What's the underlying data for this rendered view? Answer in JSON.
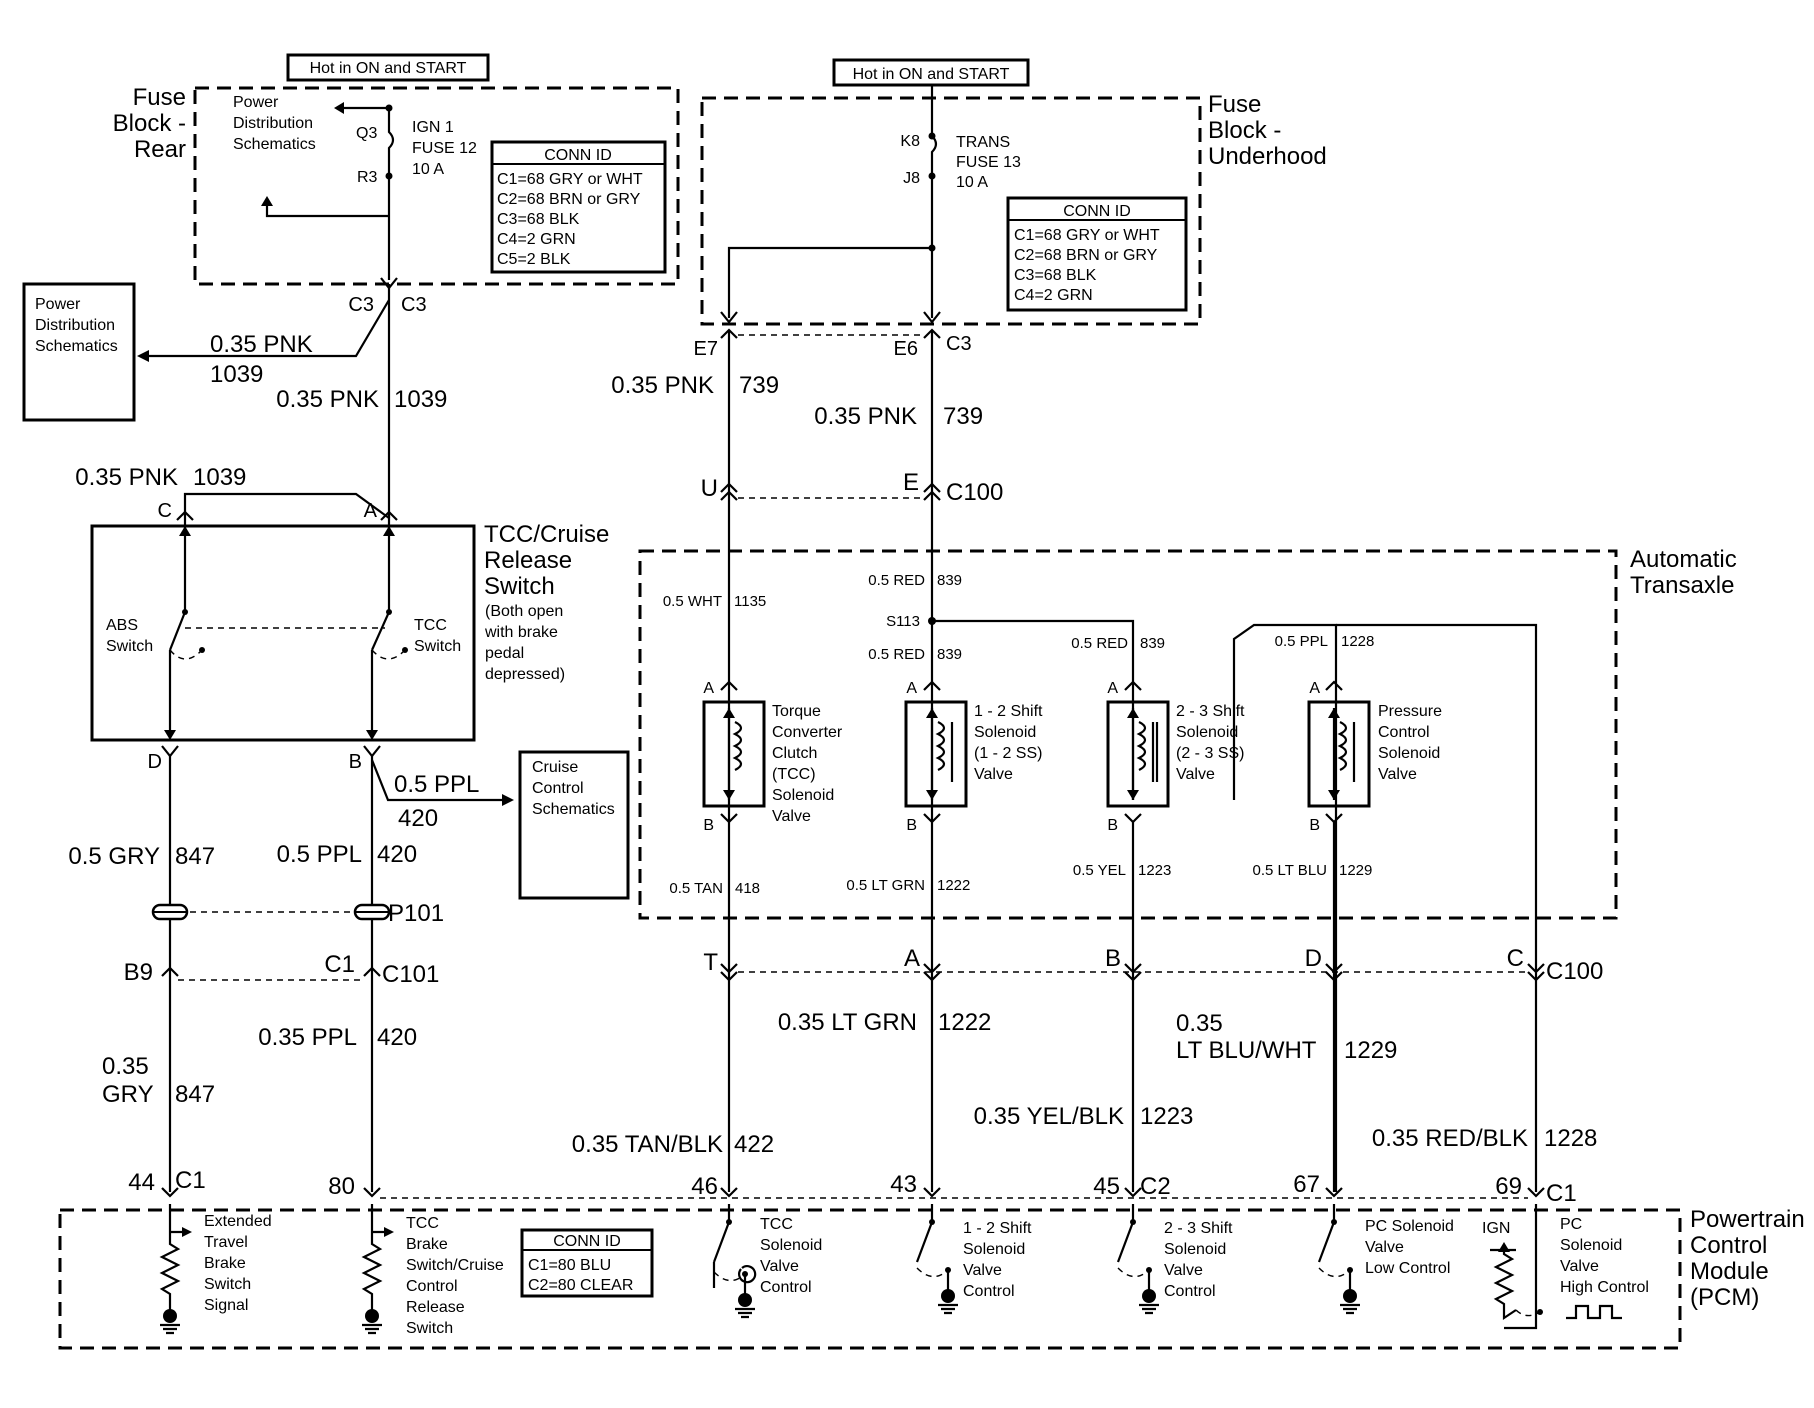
{
  "hot_labels": [
    "Hot in ON and START",
    "Hot in ON and START"
  ],
  "fuse_block_rear": {
    "title_lines": [
      "Fuse",
      "Block -",
      "Rear"
    ],
    "power_dist_lines": [
      "Power",
      "Distribution",
      "Schematics"
    ],
    "q3": "Q3",
    "r3": "R3",
    "fuse_lines": [
      "IGN 1",
      "FUSE 12",
      "10 A"
    ],
    "conn_title": "CONN ID",
    "conn_lines": [
      "C1=68 GRY or WHT",
      "C2=68 BRN or GRY",
      "C3=68 BLK",
      "C4=2 GRN",
      "C5=2 BLK"
    ],
    "c3_left": "C3",
    "c3_right": "C3"
  },
  "fuse_block_underhood": {
    "title_lines": [
      "Fuse",
      "Block -",
      "Underhood"
    ],
    "k8": "K8",
    "j8": "J8",
    "fuse_lines": [
      "TRANS",
      "FUSE 13",
      "10 A"
    ],
    "conn_title": "CONN ID",
    "conn_lines": [
      "C1=68 GRY or WHT",
      "C2=68 BRN or GRY",
      "C3=68 BLK",
      "C4=2 GRN"
    ],
    "e7": "E7",
    "e6": "E6",
    "c3": "C3"
  },
  "power_dist_box_lines": [
    "Power",
    "Distribution",
    "Schematics"
  ],
  "cruise_box_lines": [
    "Cruise",
    "Control",
    "Schematics"
  ],
  "wires": {
    "pnk1039_a": "0.35 PNK",
    "n1039_a": "1039",
    "pnk1039_b": "0.35 PNK",
    "n1039_b": "1039",
    "pnk1039_c": "0.35 PNK",
    "n1039_c": "1039",
    "pnk739_a": "0.35 PNK",
    "n739_a": "739",
    "pnk739_b": "0.35 PNK",
    "n739_b": "739",
    "ppl420_a": "0.5 PPL",
    "n420_a": "420",
    "gry847_a": "0.5 GRY",
    "n847_a": "847",
    "ppl420_b": "0.5 PPL",
    "n420_b": "420",
    "ppl420_c": "0.35 PPL",
    "n420_c": "420",
    "gry847_b1": "0.35",
    "gry847_b2": "GRY",
    "n847_b": "847",
    "wht1135": "0.5 WHT",
    "n1135": "1135",
    "red839_a": "0.5 RED",
    "n839_a": "839",
    "red839_b": "0.5 RED",
    "n839_b": "839",
    "red839_c": "0.5 RED",
    "n839_c": "839",
    "ppl1228": "0.5 PPL",
    "n1228_a": "1228",
    "tan418": "0.5 TAN",
    "n418": "418",
    "ltgrn1222_a": "0.5 LT GRN",
    "n1222_a": "1222",
    "yel1223_a": "0.5 YEL",
    "n1223_a": "1223",
    "ltblu1229_a": "0.5 LT BLU",
    "n1229_a": "1229",
    "ltgrn1222_b": "0.35 LT GRN",
    "n1222_b": "1222",
    "ltbluwht_1": "0.35",
    "ltbluwht_2": "LT BLU/WHT",
    "n1229_b": "1229",
    "yelblk1223": "0.35 YEL/BLK",
    "n1223_b": "1223",
    "tanblk422": "0.35 TAN/BLK",
    "n422": "422",
    "redblk1228": "0.35 RED/BLK",
    "n1228_b": "1228"
  },
  "tcc_switch": {
    "title_lines": [
      "TCC/Cruise",
      "Release",
      "Switch"
    ],
    "note_lines": [
      "(Both open",
      "with brake",
      "pedal",
      "depressed)"
    ],
    "abs_lines": [
      "ABS",
      "Switch"
    ],
    "tcc_lines": [
      "TCC",
      "Switch"
    ],
    "pin_c": "C",
    "pin_a": "A",
    "pin_d": "D",
    "pin_b": "B"
  },
  "connectors": {
    "u": "U",
    "e": "E",
    "c100_top": "C100",
    "p101": "P101",
    "b9": "B9",
    "c1_mid": "C1",
    "c101": "C101",
    "t": "T",
    "a": "A",
    "b": "B",
    "d": "D",
    "c": "C",
    "c100_bot": "C100",
    "s113": "S113"
  },
  "transaxle": {
    "title_lines": [
      "Automatic",
      "Transaxle"
    ],
    "tcc_sol_lines": [
      "Torque",
      "Converter",
      "Clutch",
      "(TCC)",
      "Solenoid",
      "Valve"
    ],
    "ss12_lines": [
      "1 - 2 Shift",
      "Solenoid",
      "(1 - 2 SS)",
      "Valve"
    ],
    "ss23_lines": [
      "2 - 3 Shift",
      "Solenoid",
      "(2 - 3 SS)",
      "Valve"
    ],
    "pc_lines": [
      "Pressure",
      "Control",
      "Solenoid",
      "Valve"
    ],
    "pin_a": "A",
    "pin_b": "B"
  },
  "pcm": {
    "title_lines": [
      "Powertrain",
      "Control",
      "Module",
      "(PCM)"
    ],
    "pins": [
      "44",
      "80",
      "46",
      "43",
      "45",
      "67",
      "69"
    ],
    "c1_left": "C1",
    "c2": "C2",
    "c1_right": "C1",
    "ext_lines": [
      "Extended",
      "Travel",
      "Brake",
      "Switch",
      "Signal"
    ],
    "tccbrake_lines": [
      "TCC",
      "Brake",
      "Switch/Cruise",
      "Control",
      "Release",
      "Switch"
    ],
    "conn_title": "CONN ID",
    "conn_lines": [
      "C1=80 BLU",
      "C2=80 CLEAR"
    ],
    "tcc_ctrl_lines": [
      "TCC",
      "Solenoid",
      "Valve",
      "Control"
    ],
    "ss12_ctrl_lines": [
      "1 - 2 Shift",
      "Solenoid",
      "Valve",
      "Control"
    ],
    "ss23_ctrl_lines": [
      "2 - 3 Shift",
      "Solenoid",
      "Valve",
      "Control"
    ],
    "pc_low_lines": [
      "PC Solenoid",
      "Valve",
      "Low Control"
    ],
    "ign": "IGN",
    "pc_high_lines": [
      "PC",
      "Solenoid",
      "Valve",
      "High Control"
    ]
  }
}
